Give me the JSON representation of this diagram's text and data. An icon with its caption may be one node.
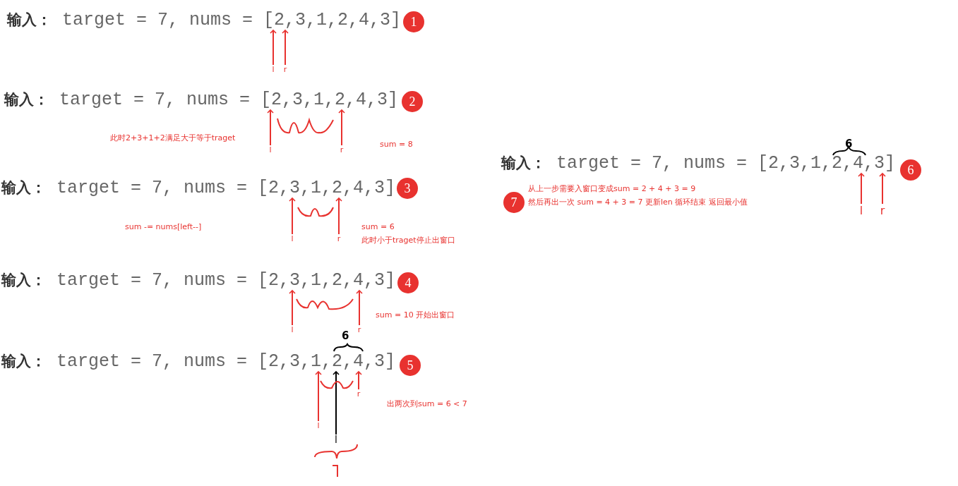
{
  "diagram": {
    "nodes": [
      {
        "text": [
          "**输入：** target = 7, nums = [2,3,1,2,4,3]"
        ]
      },
      {
        "text": [
          "1"
        ]
      },
      {
        "text": [
          "l"
        ]
      },
      {
        "text": [
          "r"
        ]
      },
      {
        "text": [
          "**输入：** target = 7, nums = [2,3,1,2,4,3]"
        ]
      },
      {
        "text": [
          "2"
        ]
      },
      {
        "text": [
          "l"
        ]
      },
      {
        "text": [
          "r"
        ]
      },
      {
        "text": [
          "**输入：** target = 7, nums = [2,3,1,2,4,3]"
        ]
      },
      {
        "text": [
          "3"
        ]
      },
      {
        "text": [
          "l"
        ]
      },
      {
        "text": [
          "r"
        ]
      },
      {
        "text": [
          "**输入：** target = 7, nums = [2,3,1,2,4,3]"
        ]
      },
      {
        "text": [
          "4"
        ]
      },
      {
        "text": [
          "l"
        ]
      },
      {
        "text": [
          "r"
        ]
      },
      {
        "text": [
          "**输入：** target = 7, nums = [2,3,1,2,4,3]"
        ]
      },
      {
        "text": [
          "5"
        ]
      },
      {
        "text": [
          "l"
        ]
      },
      {
        "text": [
          "r"
        ]
      },
      {
        "text": [
          "l"
        ]
      },
      {
        "text": [
          "**输入：** target = 7, nums = [2,3,1,2,4,3]"
        ]
      },
      {
        "text": [
          "6"
        ]
      },
      {
        "text": [
          "l"
        ]
      },
      {
        "text": [
          "r"
        ]
      },
      {
        "text": [
          "7"
        ]
      }
    ],
    "edges": [
      {
        "from": 2,
        "to": 0,
        "arrow": "to"
      },
      {
        "from": 3,
        "to": 0,
        "arrow": "to"
      },
      {
        "from": 6,
        "to": 4,
        "arrow": "to"
      },
      {
        "from": 7,
        "to": 4,
        "arrow": "to"
      },
      {
        "from": 10,
        "to": 8,
        "arrow": "to"
      },
      {
        "from": 11,
        "to": 8,
        "arrow": "to"
      },
      {
        "from": 14,
        "to": 12,
        "arrow": "to"
      },
      {
        "from": 15,
        "to": 12,
        "arrow": "to"
      },
      {
        "from": 18,
        "to": 16,
        "arrow": "to"
      },
      {
        "from": 19,
        "to": 16,
        "arrow": "to"
      },
      {
        "from": 20,
        "to": 16,
        "arrow": "to",
        "color": "#000000"
      },
      {
        "from": 23,
        "to": 21,
        "arrow": "to"
      },
      {
        "from": 24,
        "to": 21,
        "arrow": "to"
      }
    ],
    "labels": [
      "此时2+3+1+2满足大于等于traget",
      "sum = 8",
      "sum -= nums[left--]",
      "sum = 6",
      "此时小于traget停止出窗口",
      "sum = 10 开始出窗口",
      "6",
      "出两次到sum = 6 < 7",
      "6",
      "从上一步需要入窗口变成sum = 2 + 4 + 3 = 9",
      "然后再出一次 sum = 4 + 3 = 7 更新len 循环结束 返回最小值"
    ]
  }
}
